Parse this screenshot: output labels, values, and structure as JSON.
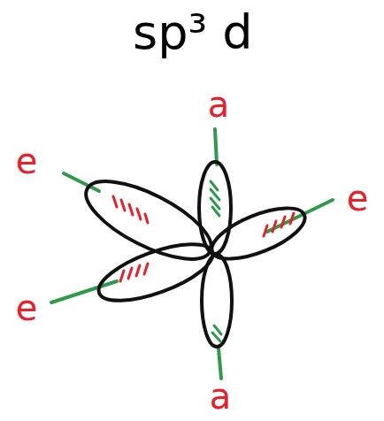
{
  "diagram": {
    "title": "sp³ d",
    "labels": [
      "a",
      "e",
      "e",
      "e",
      "a"
    ]
  }
}
